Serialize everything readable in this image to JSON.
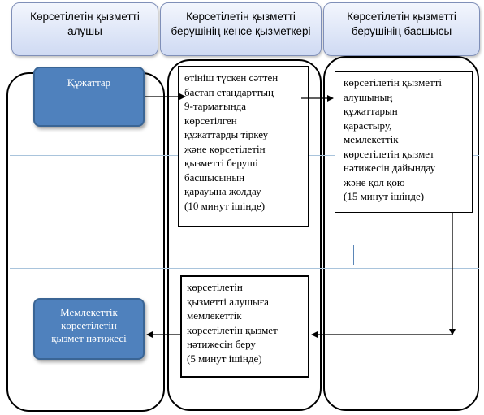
{
  "lanes": [
    {
      "header": "Көрсетілетін қызметті алушы"
    },
    {
      "header": "Көрсетілетін қызметті берушінің кеңсе қызметкері"
    },
    {
      "header": "Көрсетілетін қызметті берушінің басшысы"
    }
  ],
  "nodes": {
    "documents": "Құжаттар",
    "registration": "өтініш түскен сәттен\nбастап стандарттың\n9-тармағында\nкөрсетілген\nқұжаттарды тіркеу\nжәне көрсетілетін\nқызметті беруші\nбасшысының\nқарауына жолдау\n(10 минут ішінде)",
    "review": "көрсетілетін қызметті\nалушының\nқұжаттарын\nқарастыру,\nмемлекеттік\nкөрсетілетін қызмет\nнәтижесін дайындау\nжәне қол қою\n(15 минут ішінде)",
    "issue": " көрсетілетін\nқызметті алушыға\nмемлекеттік\nкөрсетілетін қызмет\nнәтижесін беру\n(5 минут ішінде)",
    "result": "Мемлекеттік\nкөрсетілетін\nқызмет нәтижесі"
  },
  "colors": {
    "header_border": "#7f8fb8",
    "node_fill": "#4f81bd",
    "separator": "#a9c4dc"
  }
}
